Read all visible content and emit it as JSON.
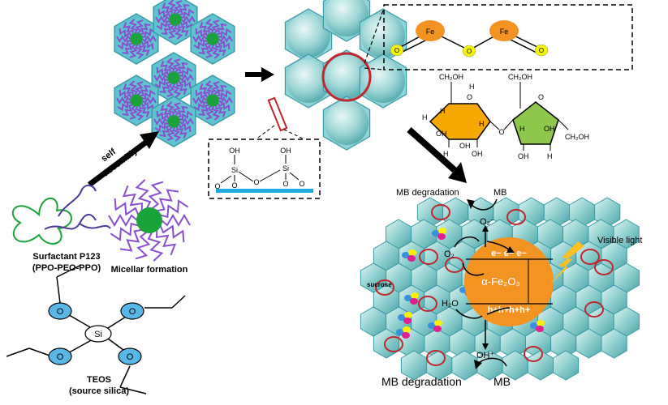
{
  "labels": {
    "self_assembly_1": "self",
    "self_assembly_2": "assembly",
    "surfactant_line1": "Surfactant P123",
    "surfactant_line2": "(PPO-PEO-PPO)",
    "micellar": "Micellar formation",
    "teos_line1": "TEOS",
    "teos_line2": "(source silica)",
    "o": "O",
    "si": "Si",
    "fe": "Fe",
    "oh": "OH",
    "h": "H",
    "ch2oh": "CH₂OH",
    "mb_degradation_top": "MB degradation",
    "mb_top": "MB",
    "o2_minus": "O₂⁻",
    "o2": "O₂",
    "sucrose": "sucrose",
    "electrons": "e− e− e−",
    "fe2o3": "α-Fe₂O₃",
    "holes": "h+h+h+h+",
    "h2o": "H₂O",
    "oh_plus": "OH⁺",
    "visible_light": "Visible light",
    "mb_degradation_bottom": "MB degradation",
    "mb_bottom": "MB"
  },
  "colors": {
    "hex_fill": "#5fc4cf",
    "micelle_purple": "#8a4fd0",
    "micelle_green": "#1aa33a",
    "fe_orange": "#f39322",
    "o_yellow": "#f5f500",
    "teos_blue": "#58b7e6",
    "silica_bar": "#22a9e0",
    "ring_red": "#c0262d",
    "glucose_orange": "#f5a800",
    "fructose_green": "#8ec74b",
    "lightning": "#ffc020",
    "sucrose_yellow": "#ffef00",
    "sucrose_magenta": "#e0208c",
    "sucrose_blue": "#3a8fe0"
  }
}
